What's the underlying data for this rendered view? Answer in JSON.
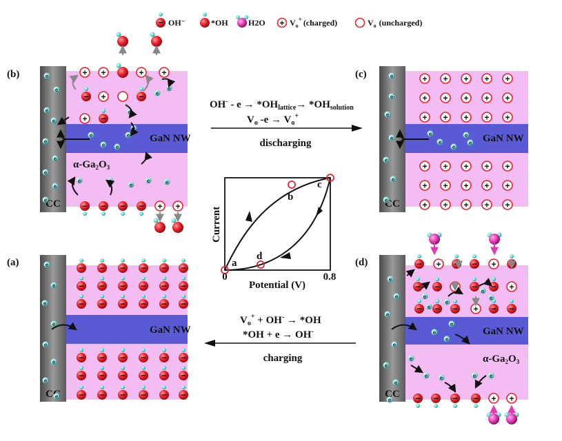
{
  "legend": {
    "oh_minus": "OH⁻",
    "star_oh": "*OH",
    "h2o": "H2O",
    "vo_plus": "V",
    "vo_plus_sub": "o",
    "vo_plus_sup": "+",
    "vo_plus_note": "(charged)",
    "vo": "V",
    "vo_sub": "o",
    "vo_note": "(uncharged)"
  },
  "panels": {
    "a": "(a)",
    "b": "(b)",
    "c": "(c)",
    "d": "(d)"
  },
  "labels": {
    "cc": "CC",
    "gan": "GaN NW",
    "ga2o3_main": "α-Ga",
    "ga2o3_sub1": "2",
    "ga2o3_mid": "O",
    "ga2o3_sub2": "3",
    "electron": "e"
  },
  "discharging": {
    "eq1_a": "OH",
    "eq1_sup": "-",
    "eq1_b": " - e → *OH",
    "eq1_sub1": "lattice",
    "eq1_c": "→ *OH",
    "eq1_sub2": "solution",
    "eq2_a": "V",
    "eq2_sub": "o",
    "eq2_b": " -e → V",
    "eq2_sub2": "o",
    "eq2_sup": "+",
    "title": "discharging"
  },
  "charging": {
    "eq1_a": "V",
    "eq1_sub": "o",
    "eq1_sup": "+",
    "eq1_b": " + OH",
    "eq1_sup2": "-",
    "eq1_c": " → *OH",
    "eq2_a": "*OH + e → OH",
    "eq2_sup": "-",
    "title": "charging"
  },
  "cv_chart": {
    "ylabel": "Current",
    "xlabel": "Potential (V)",
    "xmin_label": "0",
    "xmax_label": "0.8",
    "points": {
      "a": "a",
      "b": "b",
      "c": "c",
      "d": "d"
    }
  },
  "colors": {
    "pink": "#f3bdf3",
    "blue": "#5a5ad4",
    "red": "#e8232b",
    "cyan": "#5ee0d0",
    "magenta": "#e23ab4",
    "gray": "#7a7a7a"
  }
}
